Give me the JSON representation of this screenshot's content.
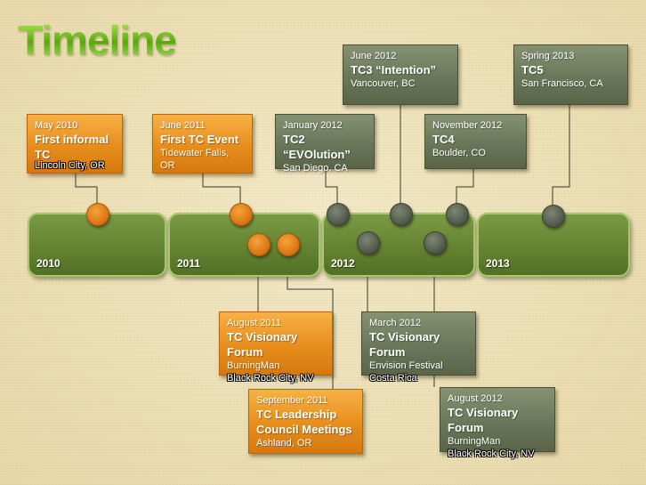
{
  "title": "Timeline",
  "years": [
    "2010",
    "2011",
    "2012",
    "2013"
  ],
  "events": {
    "may_2010": {
      "date": "May 2010",
      "title_lines": [
        "First informal",
        "TC"
      ],
      "location_lines": [
        "Lincoln City, OR"
      ]
    },
    "jun_2011": {
      "date": "June 2011",
      "title_lines": [
        "First TC Event"
      ],
      "location_lines": [
        "Tidewater Falls, OR"
      ]
    },
    "aug_2011": {
      "date": "August 2011",
      "title_lines": [
        "TC Visionary",
        "Forum"
      ],
      "location_lines": [
        "BurningMan",
        "Black Rock City, NV"
      ]
    },
    "sep_2011": {
      "date": "September 2011",
      "title_lines": [
        "TC Leadership",
        "Council Meetings"
      ],
      "location_lines": [
        "Ashland, OR"
      ]
    },
    "jan_2012": {
      "date": "January 2012",
      "title_lines": [
        "TC2 “EVOlution”"
      ],
      "location_lines": [
        "San Diego, CA"
      ]
    },
    "mar_2012": {
      "date": "March 2012",
      "title_lines": [
        "TC Visionary",
        "Forum"
      ],
      "location_lines": [
        "Envision Festival",
        "Costa Rica"
      ]
    },
    "jun_2012": {
      "date": "June 2012",
      "title_lines": [
        "TC3 “Intention”"
      ],
      "location_lines": [
        "Vancouver, BC"
      ]
    },
    "aug_2012": {
      "date": "August 2012",
      "title_lines": [
        "TC Visionary",
        "Forum"
      ],
      "location_lines": [
        "BurningMan",
        "Black Rock City, NV"
      ]
    },
    "nov_2012": {
      "date": "November 2012",
      "title_lines": [
        "TC4"
      ],
      "location_lines": [
        "Boulder, CO"
      ]
    },
    "spr_2013": {
      "date": "Spring 2013",
      "title_lines": [
        "TC5"
      ],
      "location_lines": [
        "San Francisco, CA"
      ]
    }
  },
  "colors": {
    "orange": "#e78d1c",
    "gray_green": "#6a775a",
    "bar_green": "#6b8a37",
    "title_green": "#6cbf1e"
  }
}
